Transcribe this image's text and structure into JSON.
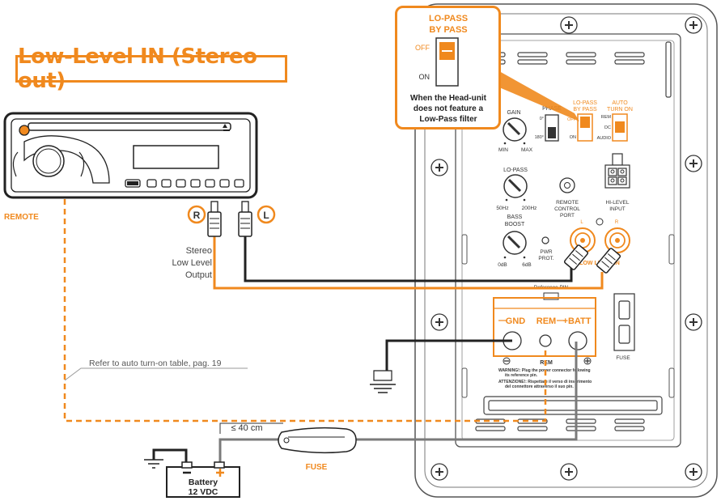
{
  "title": "Low-Level IN (Stereo out)",
  "callout": {
    "heading_line1": "LO-PASS",
    "heading_line2": "BY PASS",
    "off": "OFF",
    "on": "ON",
    "note_line1": "When the Head-unit",
    "note_line2": "does not feature a",
    "note_line3": "Low-Pass filter"
  },
  "head_unit": {
    "remote_label": "REMOTE",
    "r_badge": "R",
    "l_badge": "L",
    "stereo_line1": "Stereo",
    "stereo_line2": "Low Level",
    "stereo_line3": "Output"
  },
  "panel": {
    "gain": "GAIN",
    "min": "MIN",
    "max": "MAX",
    "phase": "PHASE",
    "phase_0": "0°",
    "phase_180": "180°",
    "lopass_bypass_1": "LO-PASS",
    "lopass_bypass_2": "BY PASS",
    "sw_off": "OFF",
    "sw_on": "ON",
    "auto_1": "AUTO",
    "auto_2": "TURN ON",
    "rem": "REM",
    "dc": "DC",
    "audio": "AUDIO",
    "lopass": "LO-PASS",
    "hz50": "50Hz",
    "hz200": "200Hz",
    "remote_1": "REMOTE",
    "remote_2": "CONTROL",
    "remote_3": "PORT",
    "hilevel_1": "HI-LEVEL",
    "hilevel_2": "INPUT",
    "bass_1": "BASS",
    "bass_2": "BOOST",
    "db0": "0dB",
    "db6": "6dB",
    "pwr_1": "PWR",
    "pwr_2": "PROT.",
    "low_level": "LOW LEVEL IN",
    "ch_l": "L",
    "ch_r": "R",
    "reference_pin": "Reference PIN",
    "gnd": "GND",
    "rem_term": "REM",
    "batt": "+BATT",
    "rem_bottom": "REM",
    "warning_1": "WARNING!: Plug the power connector following",
    "warning_2": "its reference pin.",
    "attenzione_1": "ATTENZIONE!: Rispettare il verso di inserimento",
    "attenzione_2": "del connettore attraverso il suo pin.",
    "fuse": "FUSE"
  },
  "wiring": {
    "refer": "Refer to auto turn-on table, pag. 19",
    "distance": "≤ 40 cm",
    "fuse": "FUSE",
    "battery_1": "Battery",
    "battery_2": "12 VDC"
  },
  "colors": {
    "accent": "#f0891e",
    "line": "#222222",
    "wire_grey": "#7a7a7a"
  }
}
